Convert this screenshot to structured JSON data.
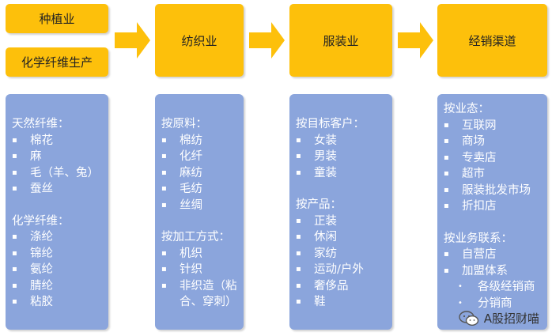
{
  "top": {
    "planting": "种植业",
    "chemical_fiber_production": "化学纤维生产",
    "textile": "纺织业",
    "apparel": "服装业",
    "channel": "经销渠道"
  },
  "panel1": {
    "natural_title": "天然纤维：",
    "natural_items": [
      "棉花",
      "麻",
      "毛（羊、兔）",
      "蚕丝"
    ],
    "chemical_title": "化学纤维：",
    "chemical_items": [
      "涤纶",
      "锦纶",
      "氨纶",
      "腈纶",
      "粘胶"
    ]
  },
  "panel2": {
    "material_title": "按原料：",
    "material_items": [
      "棉纺",
      "化纤",
      "麻纺",
      "毛纺",
      "丝绸"
    ],
    "process_title": "按加工方式：",
    "process_items": [
      "机织",
      "针织",
      "非织造（粘合、穿刺）"
    ]
  },
  "panel3": {
    "customer_title": "按目标客户：",
    "customer_items": [
      "女装",
      "男装",
      "童装"
    ],
    "product_title": "按产品：",
    "product_items": [
      "正装",
      "休闲",
      "家纺",
      "运动/户外",
      "奢侈品",
      "鞋"
    ]
  },
  "panel4": {
    "format_title": "按业态：",
    "format_items": [
      "互联网",
      "商场",
      "专卖店",
      "超市",
      "服装批发市场",
      "折扣店"
    ],
    "relation_title": "按业务联系：",
    "relation_items": [
      "自营店",
      "加盟体系"
    ],
    "sub_items": [
      "各级经销商",
      "分销商"
    ]
  },
  "watermark": {
    "text": "A股招财喵",
    "icon": "wechat-icon"
  },
  "colors": {
    "yellow": "#FDC00B",
    "blue": "#8BA5DC",
    "text_on_blue": "#FFFFFF"
  }
}
